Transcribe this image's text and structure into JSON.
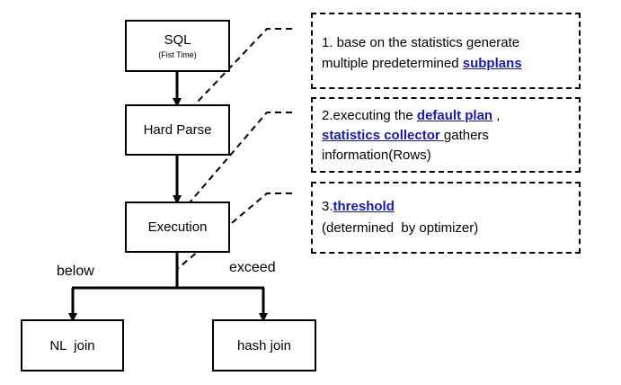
{
  "nodes": {
    "sql": {
      "label": "SQL",
      "sublabel": "(Fist Time)"
    },
    "hard_parse": {
      "label": "Hard Parse"
    },
    "execution": {
      "label": "Execution"
    },
    "nl_join": {
      "label": "NL  join"
    },
    "hash_join": {
      "label": "hash join"
    }
  },
  "branches": {
    "below": "below",
    "exceed": "exceed"
  },
  "notes": {
    "note1": {
      "line1": "1. base on the statistics generate",
      "line2_text": "multiple predetermined ",
      "line2_link": "subplans"
    },
    "note2": {
      "line1_text": "2.executing the ",
      "line1_link": "default plan",
      "line1_after": " ,",
      "line2_link": "statistics collector ",
      "line2_after": "gathers",
      "line3": "information(Rows)"
    },
    "note3": {
      "line1_text": "3.",
      "line1_link": "threshold",
      "line2": "(determined  by optimizer)"
    }
  },
  "colors": {
    "link": "#1a1aa8",
    "line": "#000000"
  }
}
